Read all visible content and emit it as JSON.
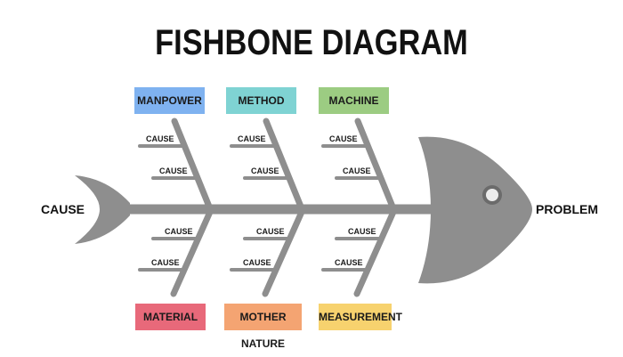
{
  "title": "FISHBONE DIAGRAM",
  "left_label": "CAUSE",
  "right_label": "PROBLEM",
  "colors": {
    "bone": "#8e8e8e",
    "eye_ring": "#6b6b6b",
    "eye": "#ececec"
  },
  "categories_top": [
    {
      "label": "MANPOWER",
      "color": "#7fb2f0",
      "causes": [
        "CAUSE",
        "CAUSE"
      ]
    },
    {
      "label": "METHOD",
      "color": "#7fd3d3",
      "causes": [
        "CAUSE",
        "CAUSE"
      ]
    },
    {
      "label": "MACHINE",
      "color": "#9ccc82",
      "causes": [
        "CAUSE",
        "CAUSE"
      ]
    }
  ],
  "categories_bottom": [
    {
      "label": "MATERIAL",
      "color": "#e8697a",
      "causes": [
        "CAUSE",
        "CAUSE"
      ]
    },
    {
      "label": "MOTHER NATURE",
      "color": "#f4a472",
      "causes": [
        "CAUSE",
        "CAUSE"
      ]
    },
    {
      "label": "MEASUREMENT",
      "color": "#f7d26e",
      "causes": [
        "CAUSE",
        "CAUSE"
      ]
    }
  ]
}
